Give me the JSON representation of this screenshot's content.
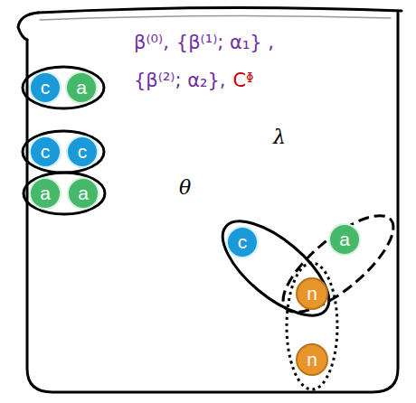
{
  "diagram": {
    "nodes": [
      {
        "text": [
          "c"
        ]
      },
      {
        "text": [
          "a"
        ]
      },
      {
        "text": [
          "c"
        ]
      },
      {
        "text": [
          "c"
        ]
      },
      {
        "text": [
          "a"
        ]
      },
      {
        "text": [
          "a"
        ]
      },
      {
        "text": [
          "c"
        ]
      },
      {
        "text": [
          "a"
        ]
      },
      {
        "text": [
          "n"
        ]
      },
      {
        "text": [
          "n"
        ]
      }
    ],
    "labels": [
      "β⁽⁰⁾,",
      "{β⁽¹⁾; α₁} ,",
      "{β⁽²⁾; α₂},",
      "Cᶲ",
      "θ",
      "λ"
    ]
  }
}
